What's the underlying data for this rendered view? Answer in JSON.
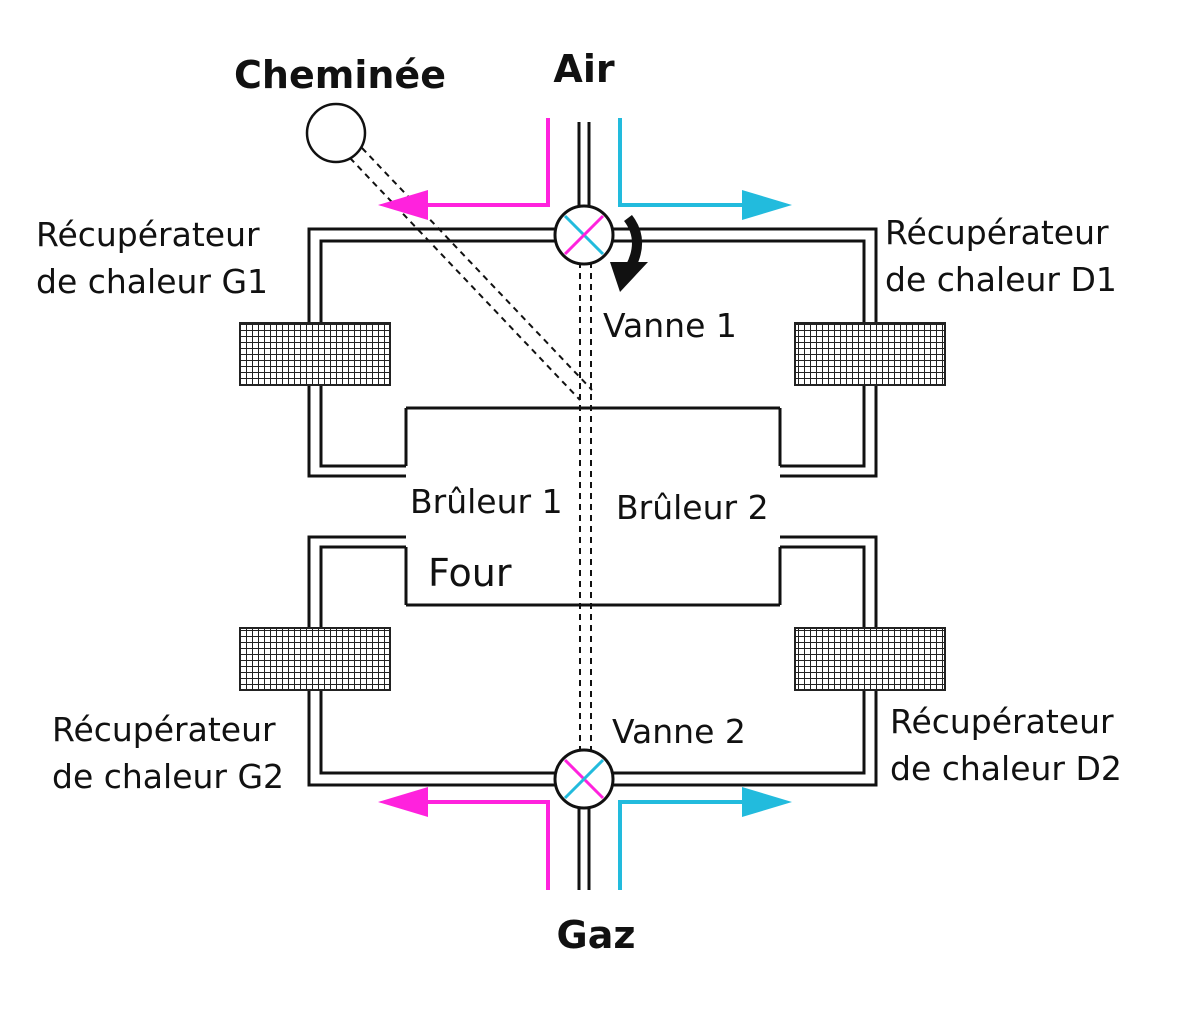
{
  "labels": {
    "chimney": "Cheminée",
    "air": "Air",
    "gas": "Gaz",
    "recuperator_g1_line1": "Récupérateur",
    "recuperator_g1_line2": "de chaleur G1",
    "recuperator_d1_line1": "Récupérateur",
    "recuperator_d1_line2": "de chaleur D1",
    "recuperator_g2_line1": "Récupérateur",
    "recuperator_g2_line2": "de chaleur G2",
    "recuperator_d2_line1": "Récupérateur",
    "recuperator_d2_line2": "de chaleur D2",
    "valve_1": "Vanne 1",
    "valve_2": "Vanne 2",
    "burner_1": "Brûleur 1",
    "burner_2": "Brûleur 2",
    "furnace": "Four"
  },
  "colors": {
    "hot_flow": "#ff22dd",
    "cold_flow": "#22bbdd",
    "line": "#111111",
    "background": "#ffffff"
  }
}
